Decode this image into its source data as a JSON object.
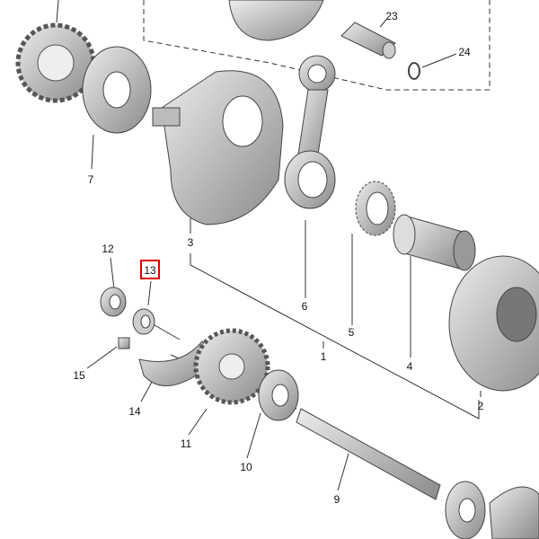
{
  "diagram": {
    "highlight_color": "#e00000",
    "highlighted_part": "13",
    "callouts": [
      {
        "id": "23",
        "text": "23"
      },
      {
        "id": "24",
        "text": "24"
      },
      {
        "id": "7",
        "text": "7"
      },
      {
        "id": "3",
        "text": "3"
      },
      {
        "id": "12",
        "text": "12"
      },
      {
        "id": "13",
        "text": "13"
      },
      {
        "id": "6",
        "text": "6"
      },
      {
        "id": "5",
        "text": "5"
      },
      {
        "id": "1",
        "text": "1"
      },
      {
        "id": "4",
        "text": "4"
      },
      {
        "id": "15",
        "text": "15"
      },
      {
        "id": "2",
        "text": "2"
      },
      {
        "id": "14",
        "text": "14"
      },
      {
        "id": "11",
        "text": "11"
      },
      {
        "id": "10",
        "text": "10"
      },
      {
        "id": "9",
        "text": "9"
      }
    ]
  }
}
